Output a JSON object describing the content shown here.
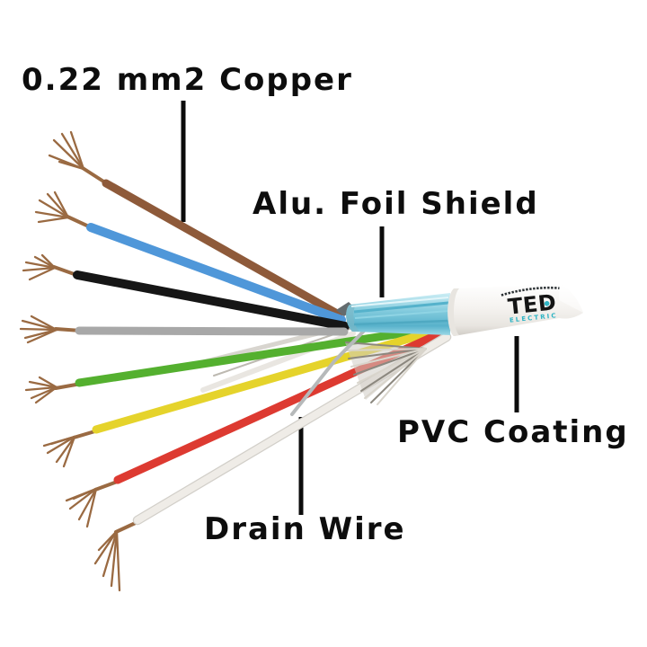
{
  "diagram": {
    "background": "#ffffff",
    "labels": {
      "copper": "0.22 mm2 Copper",
      "alu_foil": "Alu. Foil Shield",
      "pvc": "PVC Coating",
      "drain": "Drain Wire"
    },
    "brand": {
      "name": "TED",
      "subtitle": "ELECTRIC"
    },
    "colors": {
      "label_text": "#0d0d0d",
      "callout_line": "#0c0c0c",
      "copper_strands": "#9a6a42",
      "foil_shield_light": "#cdeef5",
      "foil_shield_dark": "#58b2cb",
      "foil_strand_dark": "#8c887f",
      "foil_strand_light": "#d9d5cc",
      "drain_wire": "#b6b9ba",
      "pvc_jacket": "#f5f3f0",
      "brand_black": "#141414",
      "brand_teal": "#2fb4c4"
    },
    "wires": [
      {
        "name": "brown",
        "color": "#8e5a3a"
      },
      {
        "name": "blue",
        "color": "#4f97d9"
      },
      {
        "name": "black",
        "color": "#161616"
      },
      {
        "name": "grey",
        "color": "#a8a8a8"
      },
      {
        "name": "green",
        "color": "#54b02f"
      },
      {
        "name": "yellow",
        "color": "#e5d32b"
      },
      {
        "name": "red",
        "color": "#dd3a31"
      },
      {
        "name": "white",
        "color": "#efece7"
      }
    ]
  }
}
